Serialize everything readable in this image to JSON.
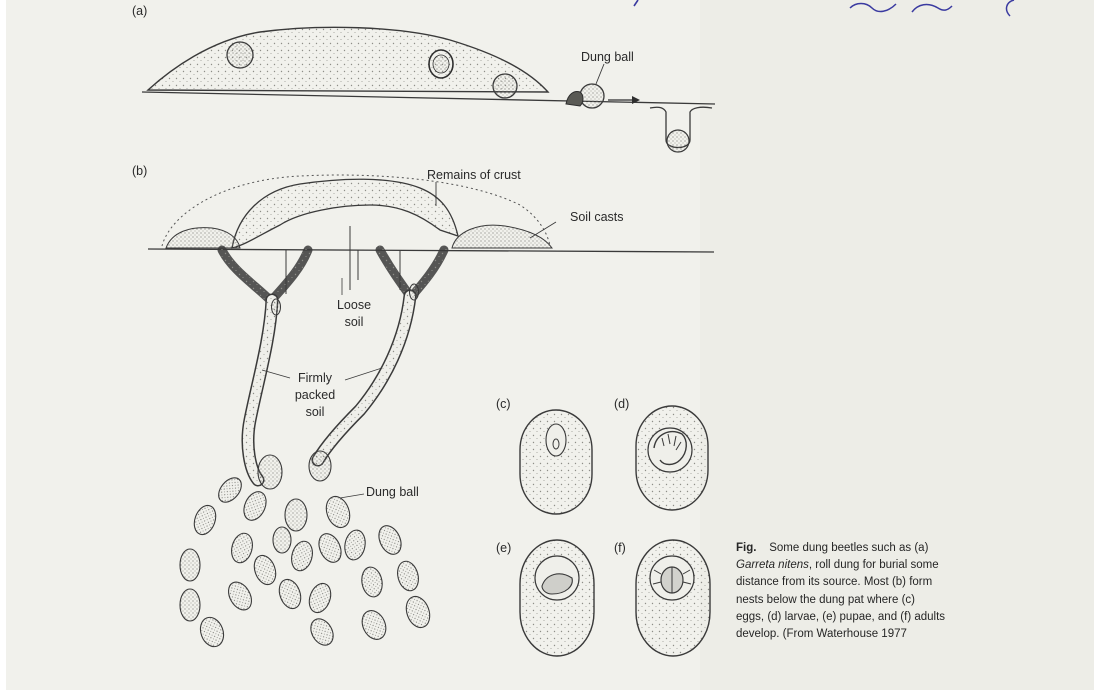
{
  "panels": {
    "a": "(a)",
    "b": "(b)",
    "c": "(c)",
    "d": "(d)",
    "e": "(e)",
    "f": "(f)"
  },
  "labels": {
    "dung_ball_a": "Dung ball",
    "remains_of_crust": "Remains of crust",
    "soil_casts": "Soil casts",
    "loose_soil_1": "Loose",
    "loose_soil_2": "soil",
    "firmly_1": "Firmly",
    "firmly_2": "packed",
    "firmly_3": "soil",
    "dung_ball_b": "Dung ball"
  },
  "caption": {
    "head": "Fig.",
    "l1": "Some dung beetles such as (a)",
    "species": "Garreta nitens",
    "l2_rest": ", roll dung for burial some",
    "l3": "distance from its source. Most (b) form",
    "l4": "nests below the dung pat where (c)",
    "l5": "eggs, (d) larvae, (e) pupae, and (f) adults",
    "l6": "develop. (From Waterhouse 1977"
  },
  "colors": {
    "paper": "#f3f3ef",
    "ink": "#3a3a3a",
    "stipple": "#bdbdb6"
  }
}
